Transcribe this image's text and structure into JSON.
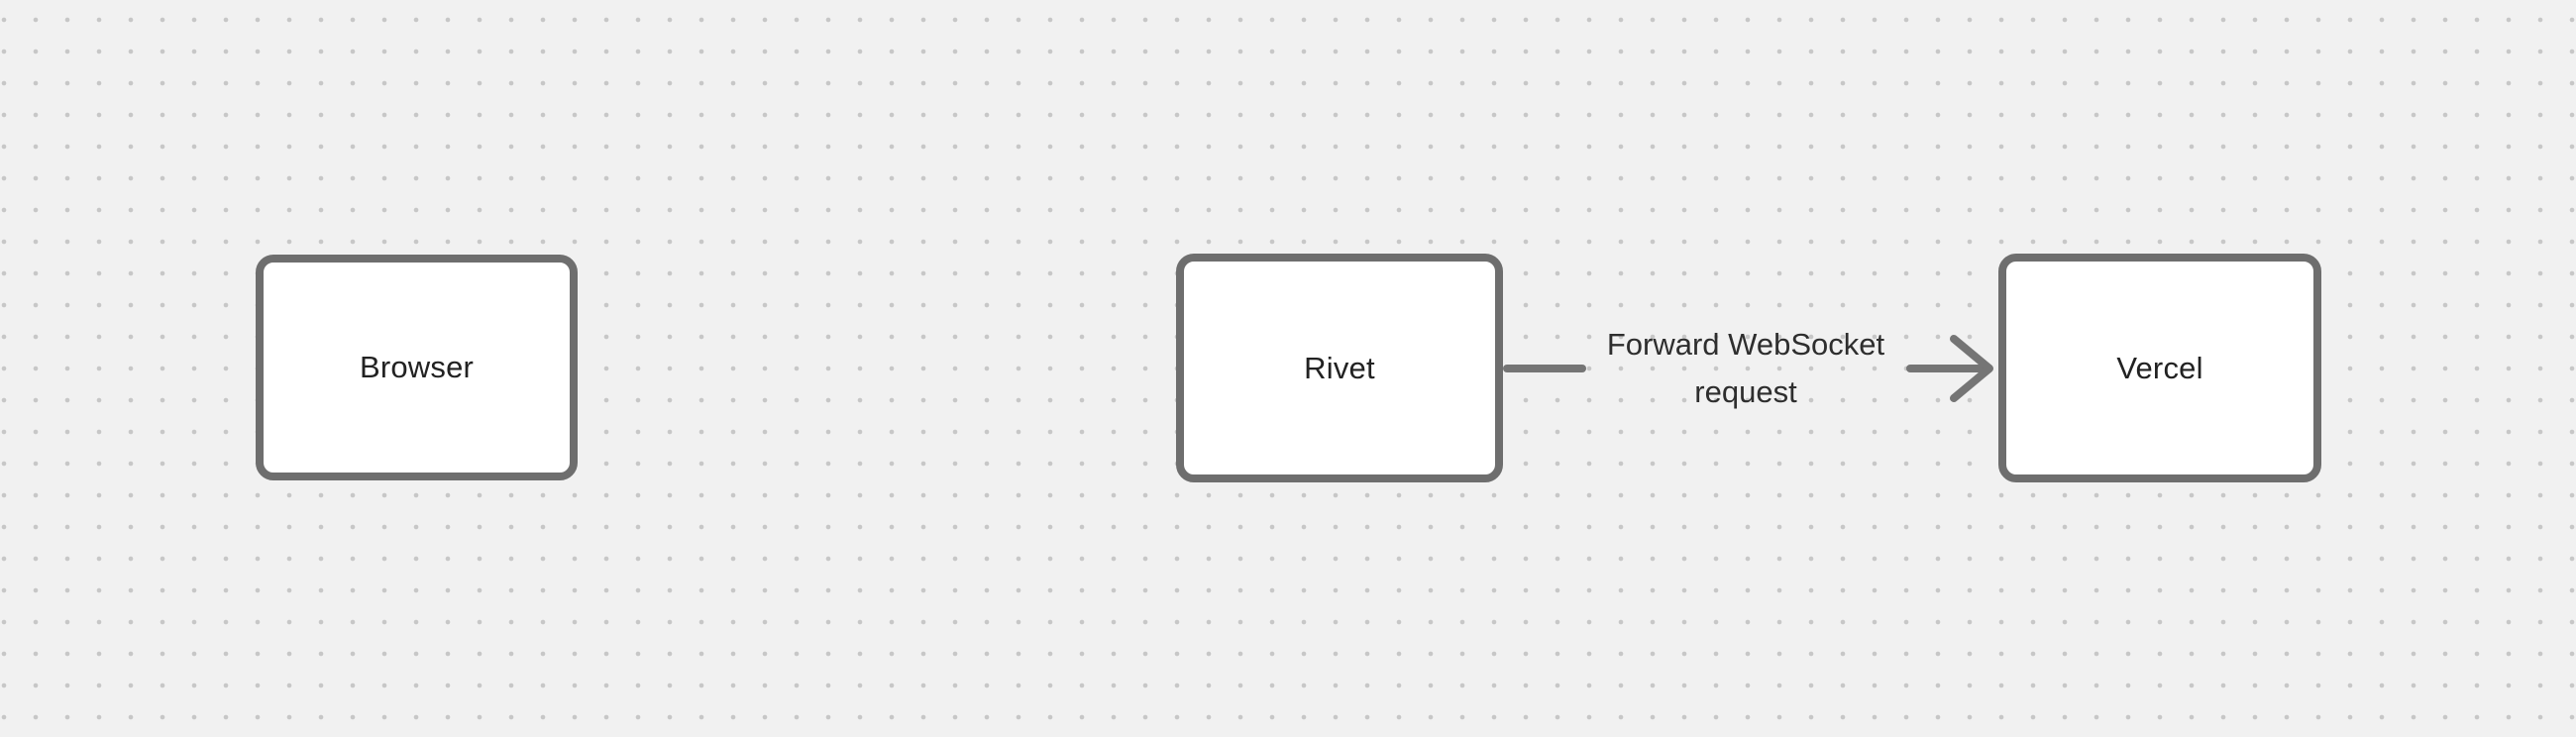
{
  "canvas": {
    "kind": "diagram-canvas"
  },
  "colors": {
    "bg": "#f1f1f1",
    "dot": "#c7c7c7",
    "node_fill": "#ffffff",
    "node_stroke": "#6e6e6e",
    "node_text": "#222222",
    "edge": "#757575",
    "edge_text": "#2e2e2e"
  },
  "nodes": [
    {
      "id": "browser",
      "label": "Browser"
    },
    {
      "id": "rivet",
      "label": "Rivet"
    },
    {
      "id": "vercel",
      "label": "Vercel"
    }
  ],
  "edges": [
    {
      "from": "Rivet",
      "to": "Vercel",
      "label": "Forward WebSocket request",
      "label_lines": [
        "Forward WebSocket",
        "request"
      ]
    }
  ]
}
